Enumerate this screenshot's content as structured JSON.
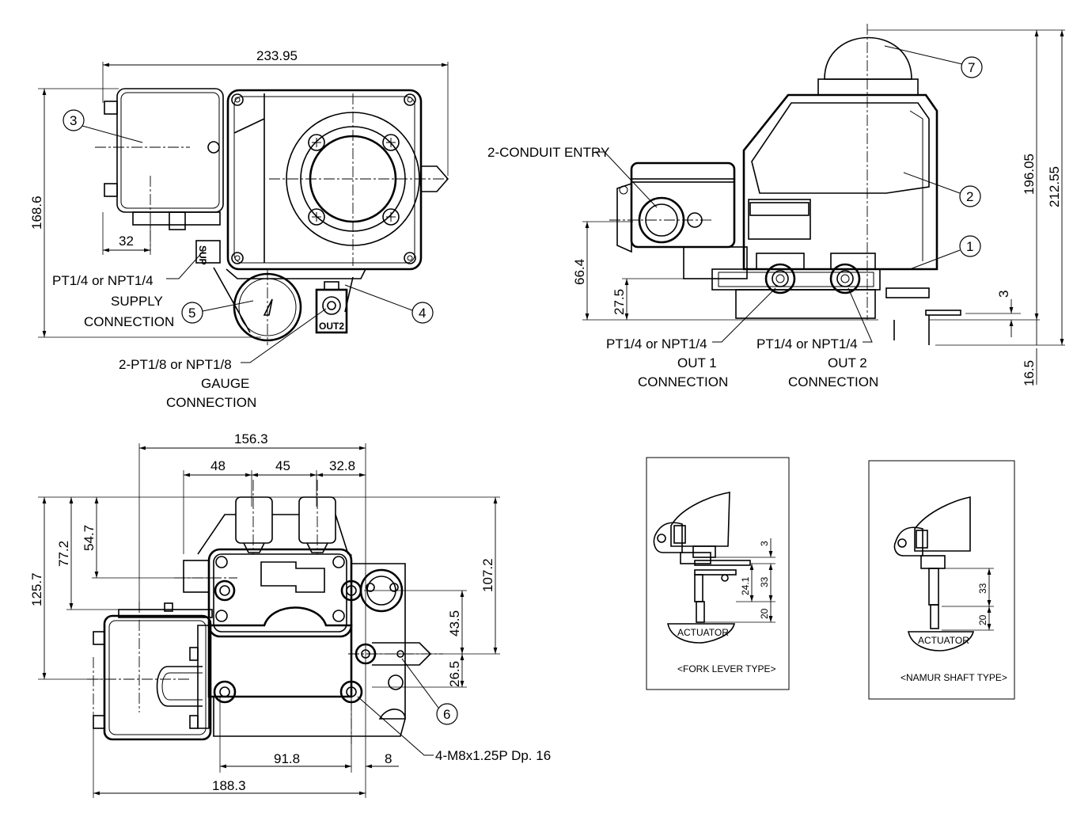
{
  "front_view": {
    "dims": {
      "overall_width": "233.95",
      "height": "168.6",
      "box_offset": "32"
    },
    "callouts": {
      "n3": "3",
      "n5": "5",
      "n4": "4"
    },
    "labels": {
      "supply_line1": "PT1/4 or NPT1/4",
      "supply_line2": "SUPPLY",
      "supply_line3": "CONNECTION",
      "gauge_line1": "2-PT1/8 or NPT1/8",
      "gauge_line2": "GAUGE",
      "gauge_line3": "CONNECTION",
      "port_out2": "OUT2",
      "port_sup": "SUP"
    }
  },
  "side_view": {
    "dims": {
      "h196": "196.05",
      "h212": "212.55",
      "h66": "66.4",
      "h27": "27.5",
      "h3": "3",
      "h16": "16.5"
    },
    "callouts": {
      "n7": "7",
      "n2": "2",
      "n1": "1"
    },
    "labels": {
      "conduit": "2-CONDUIT ENTRY",
      "out1_line1": "PT1/4 or NPT1/4",
      "out1_line2": "OUT 1",
      "out1_line3": "CONNECTION",
      "out2_line1": "PT1/4 or NPT1/4",
      "out2_line2": "OUT 2",
      "out2_line3": "CONNECTION"
    }
  },
  "bottom_view": {
    "dims": {
      "w156": "156.3",
      "w48": "48",
      "w45": "45",
      "w32": "32.8",
      "h125": "125.7",
      "h77": "77.2",
      "h54": "54.7",
      "h107": "107.2",
      "h43": "43.5",
      "h26": "26.5",
      "w91": "91.8",
      "w8": "8",
      "w188": "188.3"
    },
    "callouts": {
      "n6": "6"
    },
    "labels": {
      "bolts": "4-M8x1.25P Dp. 16"
    }
  },
  "fork_view": {
    "title": "<FORK LEVER TYPE>",
    "actuator": "ACTUATOR",
    "dims": {
      "d3": "3",
      "d24": "24.1",
      "d33": "33",
      "d20": "20"
    }
  },
  "namur_view": {
    "title": "<NAMUR SHAFT TYPE>",
    "actuator": "ACTUATOR",
    "dims": {
      "d33": "33",
      "d20": "20"
    }
  }
}
